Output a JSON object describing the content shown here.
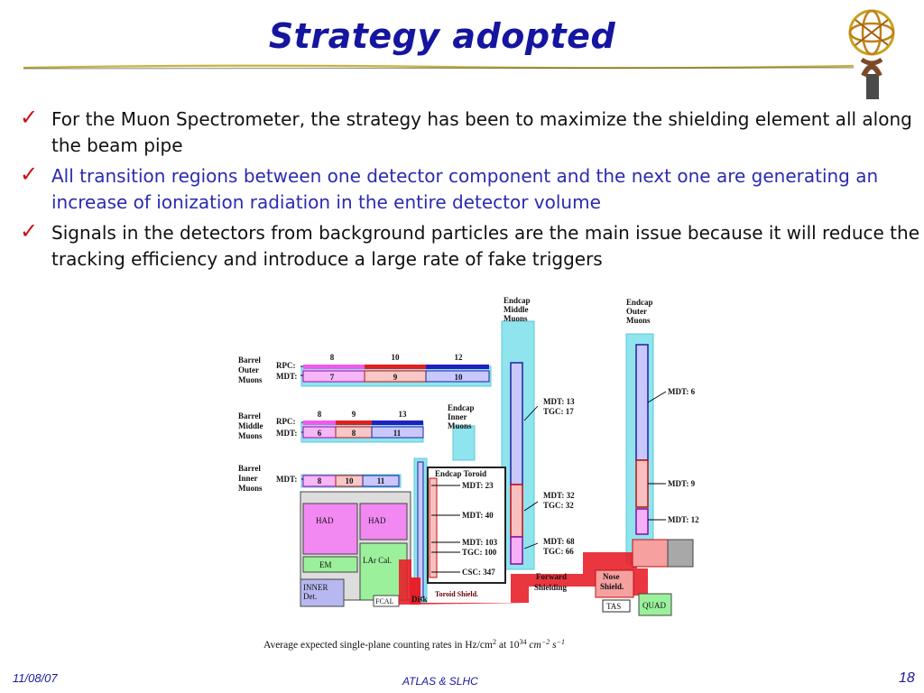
{
  "slide": {
    "title": "Strategy adopted",
    "bullets": [
      "For the Muon Spectrometer, the strategy has been to maximize the shielding element all along the beam pipe",
      "All transition regions between one detector component and the next one are generating an increase of ionization radiation in the entire detector volume",
      "Signals in the detectors from background particles are the main issue because it will reduce the tracking efficiency and introduce a large rate of fake triggers"
    ],
    "bullet_icon": "checkmark-icon",
    "logo_icon": "atlas-logo-icon"
  },
  "diagram": {
    "endcap_middle": [
      "Endcap",
      "Middle",
      "Muons"
    ],
    "endcap_outer": [
      "Endcap",
      "Outer",
      "Muons"
    ],
    "endcap_inner": [
      "Endcap",
      "Inner",
      "Muons"
    ],
    "barrel_outer": {
      "label": [
        "Barrel",
        "Outer",
        "Muons"
      ],
      "rpc_label": "RPC:",
      "mdt_label": "MDT:",
      "rpc_values": [
        "8",
        "10",
        "12"
      ],
      "mdt_values": [
        "7",
        "9",
        "10"
      ]
    },
    "barrel_middle": {
      "label": [
        "Barrel",
        "Middle",
        "Muons"
      ],
      "rpc_label": "RPC:",
      "mdt_label": "MDT:",
      "rpc_values": [
        "8",
        "9",
        "13"
      ],
      "mdt_values": [
        "6",
        "8",
        "11"
      ]
    },
    "barrel_inner": {
      "label": [
        "Barrel",
        "Inner",
        "Muons"
      ],
      "mdt_label": "MDT:",
      "mdt_values": [
        "8",
        "10",
        "11"
      ]
    },
    "endcap_middle_rates": [
      [
        "MDT:  13",
        "TGC:   17"
      ],
      [
        "MDT:  32",
        "TGC:   32"
      ],
      [
        "MDT:  68",
        "TGC:   66"
      ]
    ],
    "endcap_outer_rates": [
      "MDT: 6",
      "MDT: 9",
      "MDT: 12"
    ],
    "endcap_toroid": {
      "label": "Endcap Toroid",
      "rates": [
        "MDT: 23",
        "MDT: 40",
        "MDT: 103",
        "TGC:  100",
        "CSC: 347"
      ]
    },
    "calorimeters": {
      "had_1": "HAD",
      "had_2": "HAD",
      "em": "EM",
      "lar": "LAr Cal.",
      "inner": [
        "INNER",
        "Det."
      ],
      "fcal": "FCAL",
      "disk": "Disk"
    },
    "shielding": {
      "toroid_shield": "Toroid Shield.",
      "forward_shielding": [
        "Forward",
        "Shielding"
      ],
      "nose_shield": [
        "Nose",
        "Shield."
      ],
      "tas": "TAS",
      "quad": "QUAD"
    },
    "caption": "Average expected single-plane counting rates in Hz/cm",
    "caption_units": [
      "2",
      " at 10",
      "34",
      " cm",
      "−2",
      " s",
      "−1"
    ]
  },
  "footer": {
    "date": "11/08/07",
    "center": "ATLAS & SLHC",
    "page": "18"
  },
  "colors": {
    "title": "#1515a0",
    "check": "#cc1010",
    "blue_text": "#2b2bb0",
    "cyan": "#7fe0ec",
    "red": "#e8202a",
    "magenta": "#f39af5",
    "green": "#9bf09b"
  }
}
